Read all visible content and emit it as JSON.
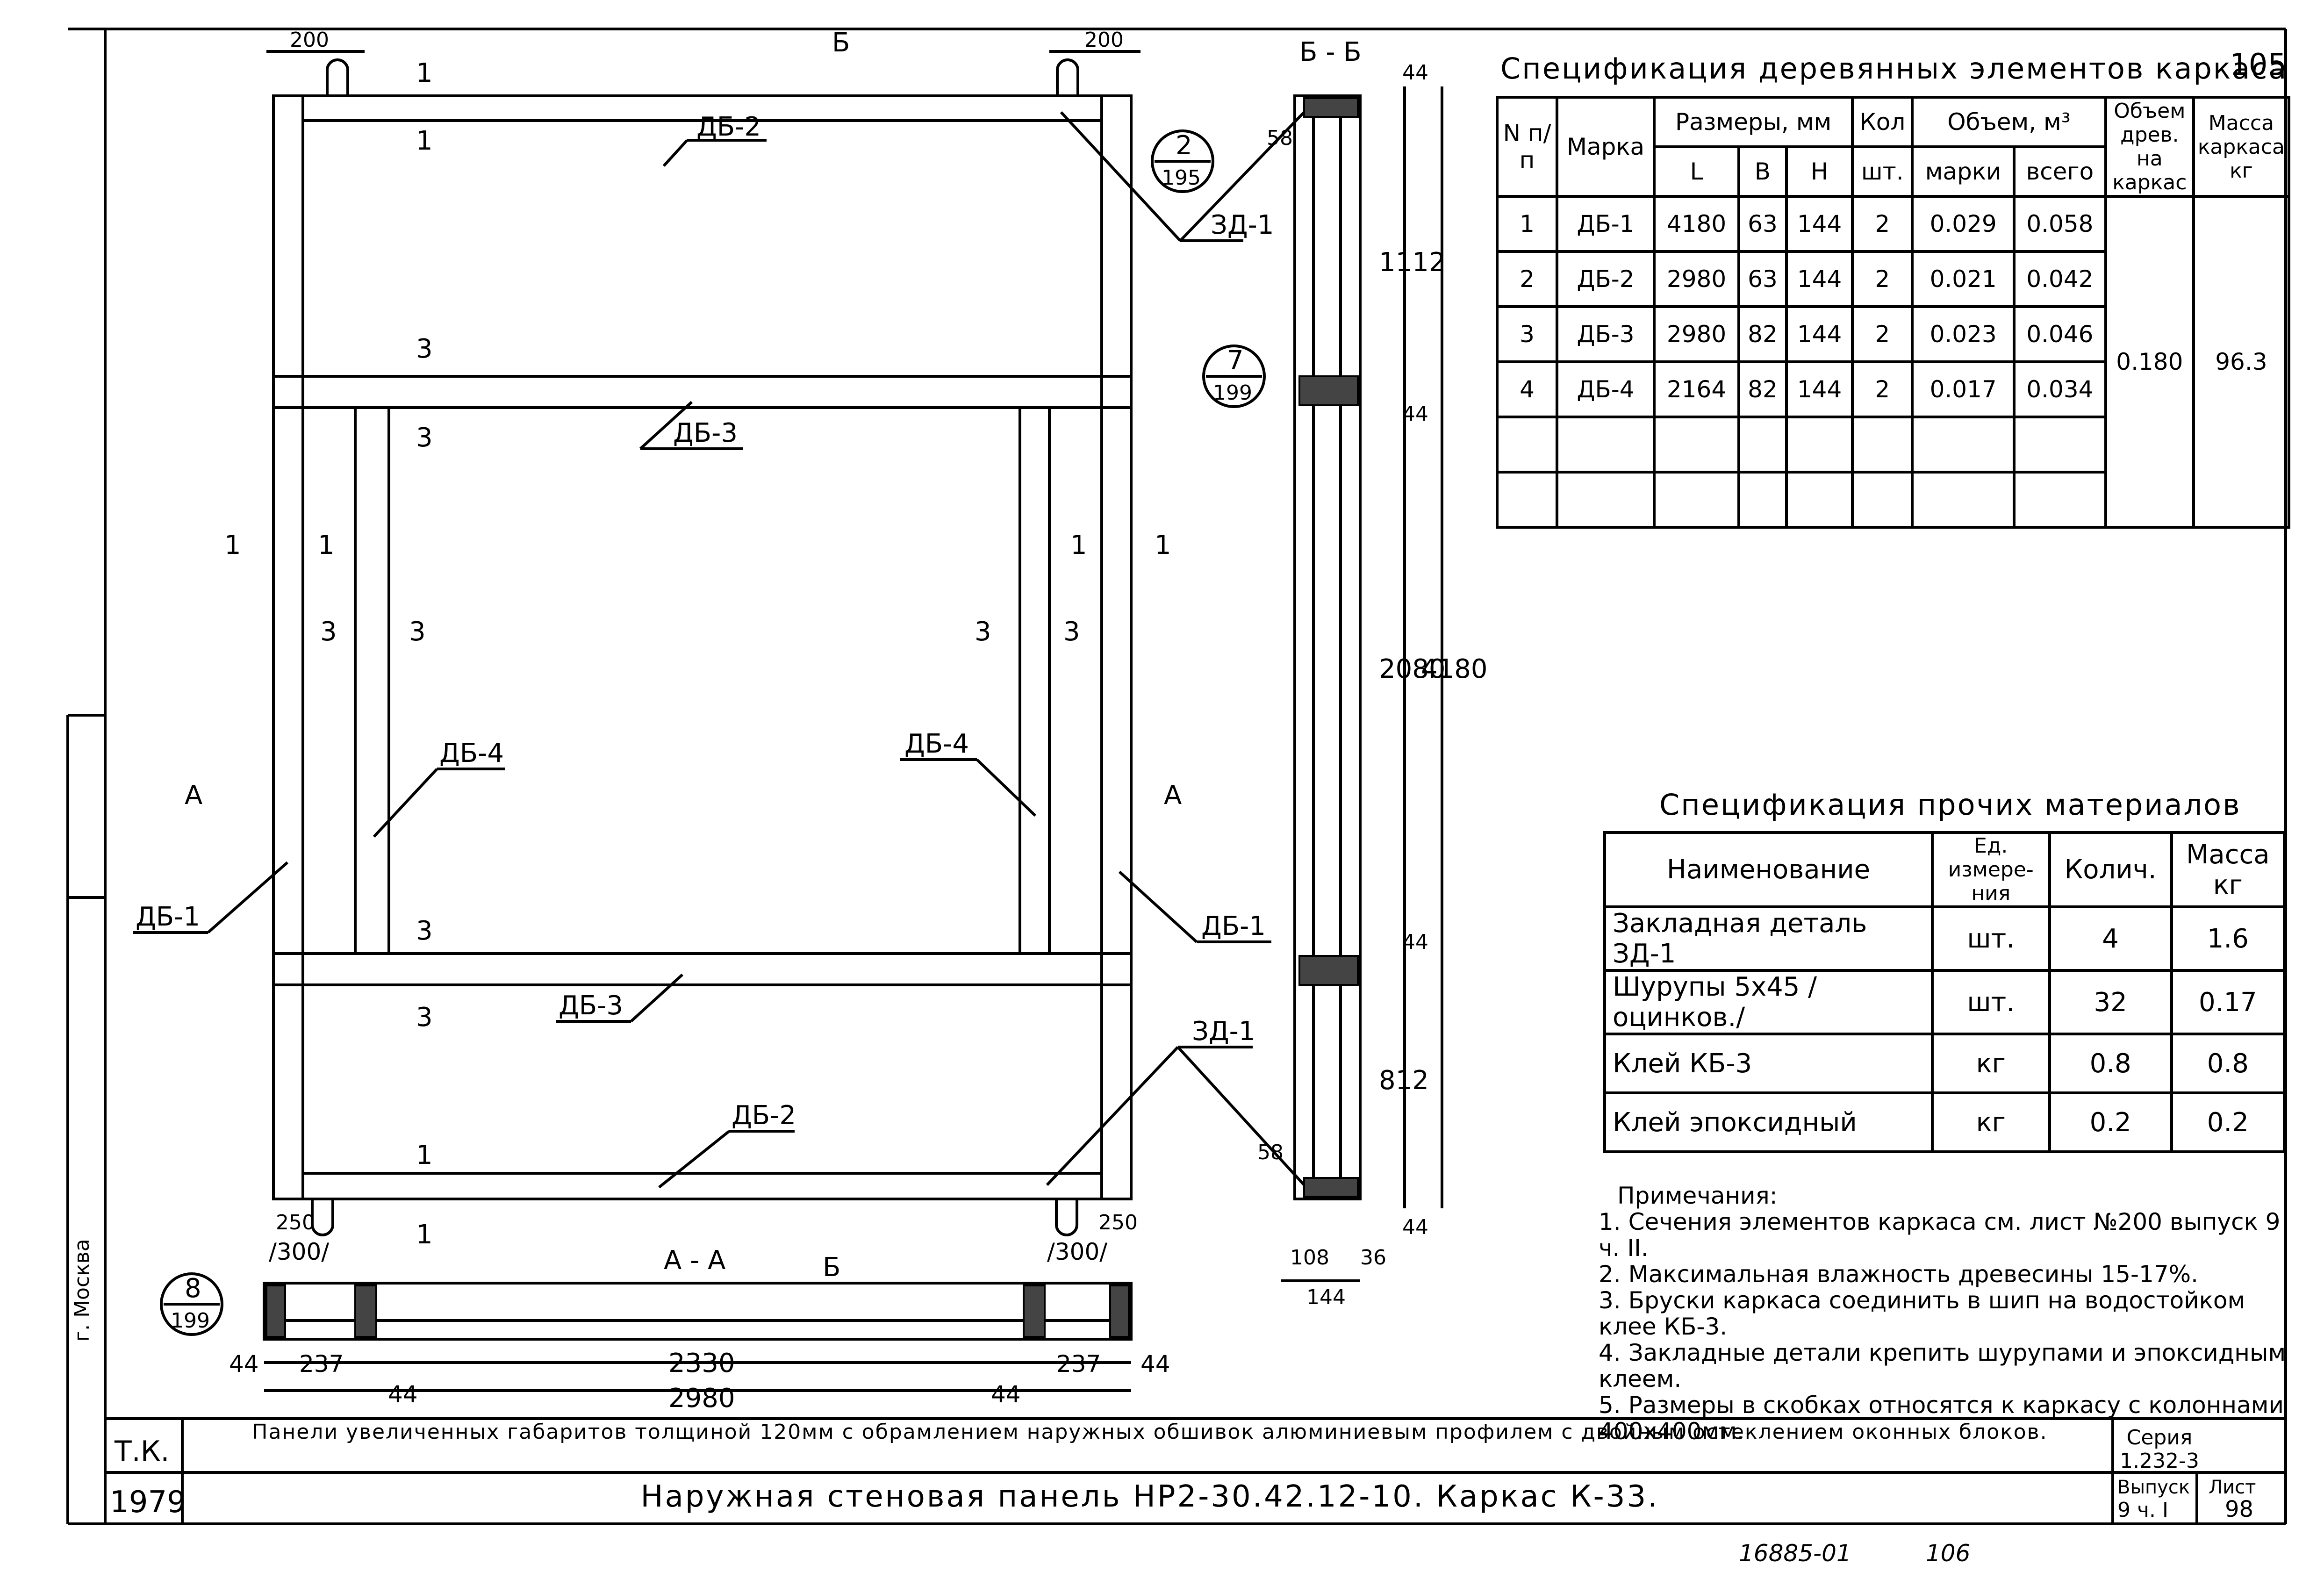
{
  "sheet_number_top": "105",
  "wood_spec": {
    "title": "Спецификация деревянных элементов каркаса",
    "headers": {
      "n": "N п/п",
      "marka": "Марка",
      "razmery": "Размеры, мм",
      "L": "L",
      "B": "B",
      "H": "H",
      "kol": "Кол",
      "kol_unit": "шт.",
      "obem": "Объем, м³",
      "obem_marki": "марки",
      "obem_vsego": "всего",
      "obem_drev": "Объем древ. на каркас",
      "massa": "Масса каркаса кг"
    },
    "rows": [
      {
        "n": "1",
        "marka": "ДБ-1",
        "L": "4180",
        "B": "63",
        "H": "144",
        "kol": "2",
        "v1": "0.029",
        "v2": "0.058"
      },
      {
        "n": "2",
        "marka": "ДБ-2",
        "L": "2980",
        "B": "63",
        "H": "144",
        "kol": "2",
        "v1": "0.021",
        "v2": "0.042"
      },
      {
        "n": "3",
        "marka": "ДБ-3",
        "L": "2980",
        "B": "82",
        "H": "144",
        "kol": "2",
        "v1": "0.023",
        "v2": "0.046"
      },
      {
        "n": "4",
        "marka": "ДБ-4",
        "L": "2164",
        "B": "82",
        "H": "144",
        "kol": "2",
        "v1": "0.017",
        "v2": "0.034"
      }
    ],
    "total_volume": "0.180",
    "total_mass": "96.3"
  },
  "other_spec": {
    "title": "Спецификация прочих материалов",
    "headers": {
      "name": "Наименование",
      "unit": "Ед. измере-ния",
      "qty": "Колич.",
      "mass": "Масса кг"
    },
    "rows": [
      {
        "name": "Закладная деталь ЗД-1",
        "unit": "шт.",
        "qty": "4",
        "mass": "1.6"
      },
      {
        "name": "Шурупы 5х45 /оцинков./",
        "unit": "шт.",
        "qty": "32",
        "mass": "0.17"
      },
      {
        "name": "Клей КБ-3",
        "unit": "кг",
        "qty": "0.8",
        "mass": "0.8"
      },
      {
        "name": "Клей эпоксидный",
        "unit": "кг",
        "qty": "0.2",
        "mass": "0.2"
      }
    ]
  },
  "notes": {
    "title": "Примечания:",
    "items": [
      "1. Сечения элементов каркаса см. лист №200 выпуск 9 ч. II.",
      "2. Максимальная влажность древесины 15-17%.",
      "3. Бруски каркаса соединить в шип на водостойком клее КБ-3.",
      "4. Закладные детали крепить шурупами и эпоксидным клеем.",
      "5. Размеры в скобках относятся к каркасу с колоннами 400х400мм."
    ]
  },
  "drawing": {
    "labels": {
      "db1": "ДБ-1",
      "db2": "ДБ-2",
      "db3": "ДБ-3",
      "db4": "ДБ-4",
      "zd1": "ЗД-1",
      "cut_b": "Б",
      "cut_bb": "Б - Б",
      "cut_a": "А",
      "cut_aa": "А - А",
      "n1": "1",
      "n3": "3"
    },
    "refs": [
      {
        "top": "2",
        "bottom": "195"
      },
      {
        "top": "7",
        "bottom": "199"
      },
      {
        "top": "8",
        "bottom": "199"
      }
    ],
    "dims": {
      "d200": "200",
      "d250": "250",
      "d300": "/300/",
      "d44": "44",
      "d58": "58",
      "d1112": "1112",
      "d2080": "2080",
      "d4180": "4180",
      "d812": "812",
      "d108": "108",
      "d36": "36",
      "d144": "144",
      "d237": "237",
      "d2330": "2330",
      "d2980": "2980"
    },
    "side_text": "г. Москва"
  },
  "title_block": {
    "tk": "Т.К.",
    "year": "1979",
    "description": "Панели увеличенных габаритов толщиной 120мм с обрамлением наружных обшивок алюминиевым профилем с двойным остеклением оконных блоков.",
    "title": "Наружная стеновая панель НР2-30.42.12-10. Каркас К-33.",
    "seria_label": "Серия",
    "seria": "1.232-3",
    "vypusk_label": "Выпуск",
    "vypusk": "9 ч. I",
    "list_label": "Лист",
    "list": "98"
  },
  "archive_number": "16885-01",
  "archive_page": "106"
}
